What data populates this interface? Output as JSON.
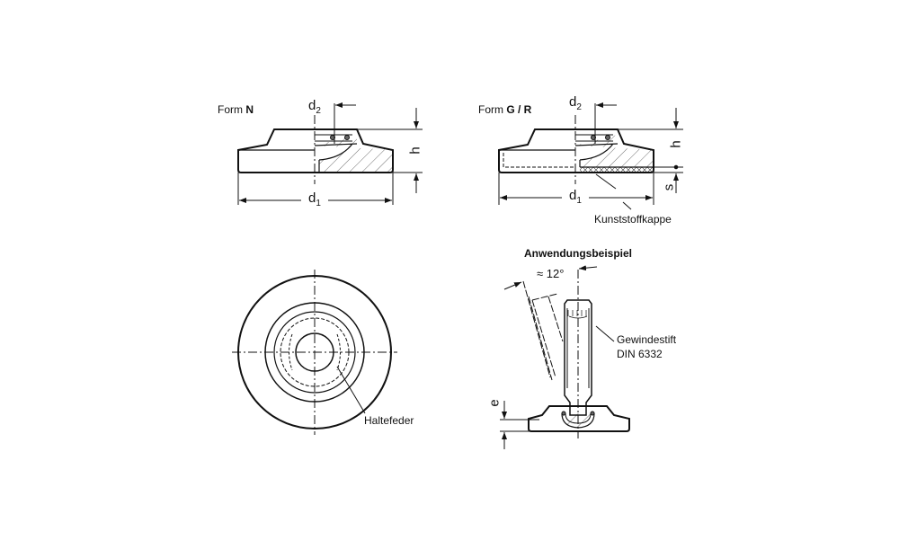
{
  "form_n": {
    "prefix": "Form ",
    "variant": "N",
    "d1": "d",
    "d1_sub": "1",
    "d2": "d",
    "d2_sub": "2",
    "h": "h"
  },
  "form_gr": {
    "prefix": "Form ",
    "variant": "G / R",
    "d1": "d",
    "d1_sub": "1",
    "d2": "d",
    "d2_sub": "2",
    "h": "h",
    "s": "s",
    "cap_label": "Kunststoffkappe"
  },
  "top_view": {
    "spring_label": "Haltefeder"
  },
  "example": {
    "title": "Anwendungsbeispiel",
    "angle": "≈ 12°",
    "pin_label_1": "Gewindestift",
    "pin_label_2": "DIN 6332",
    "e": "e"
  },
  "colors": {
    "line": "#111111",
    "background": "#ffffff"
  }
}
